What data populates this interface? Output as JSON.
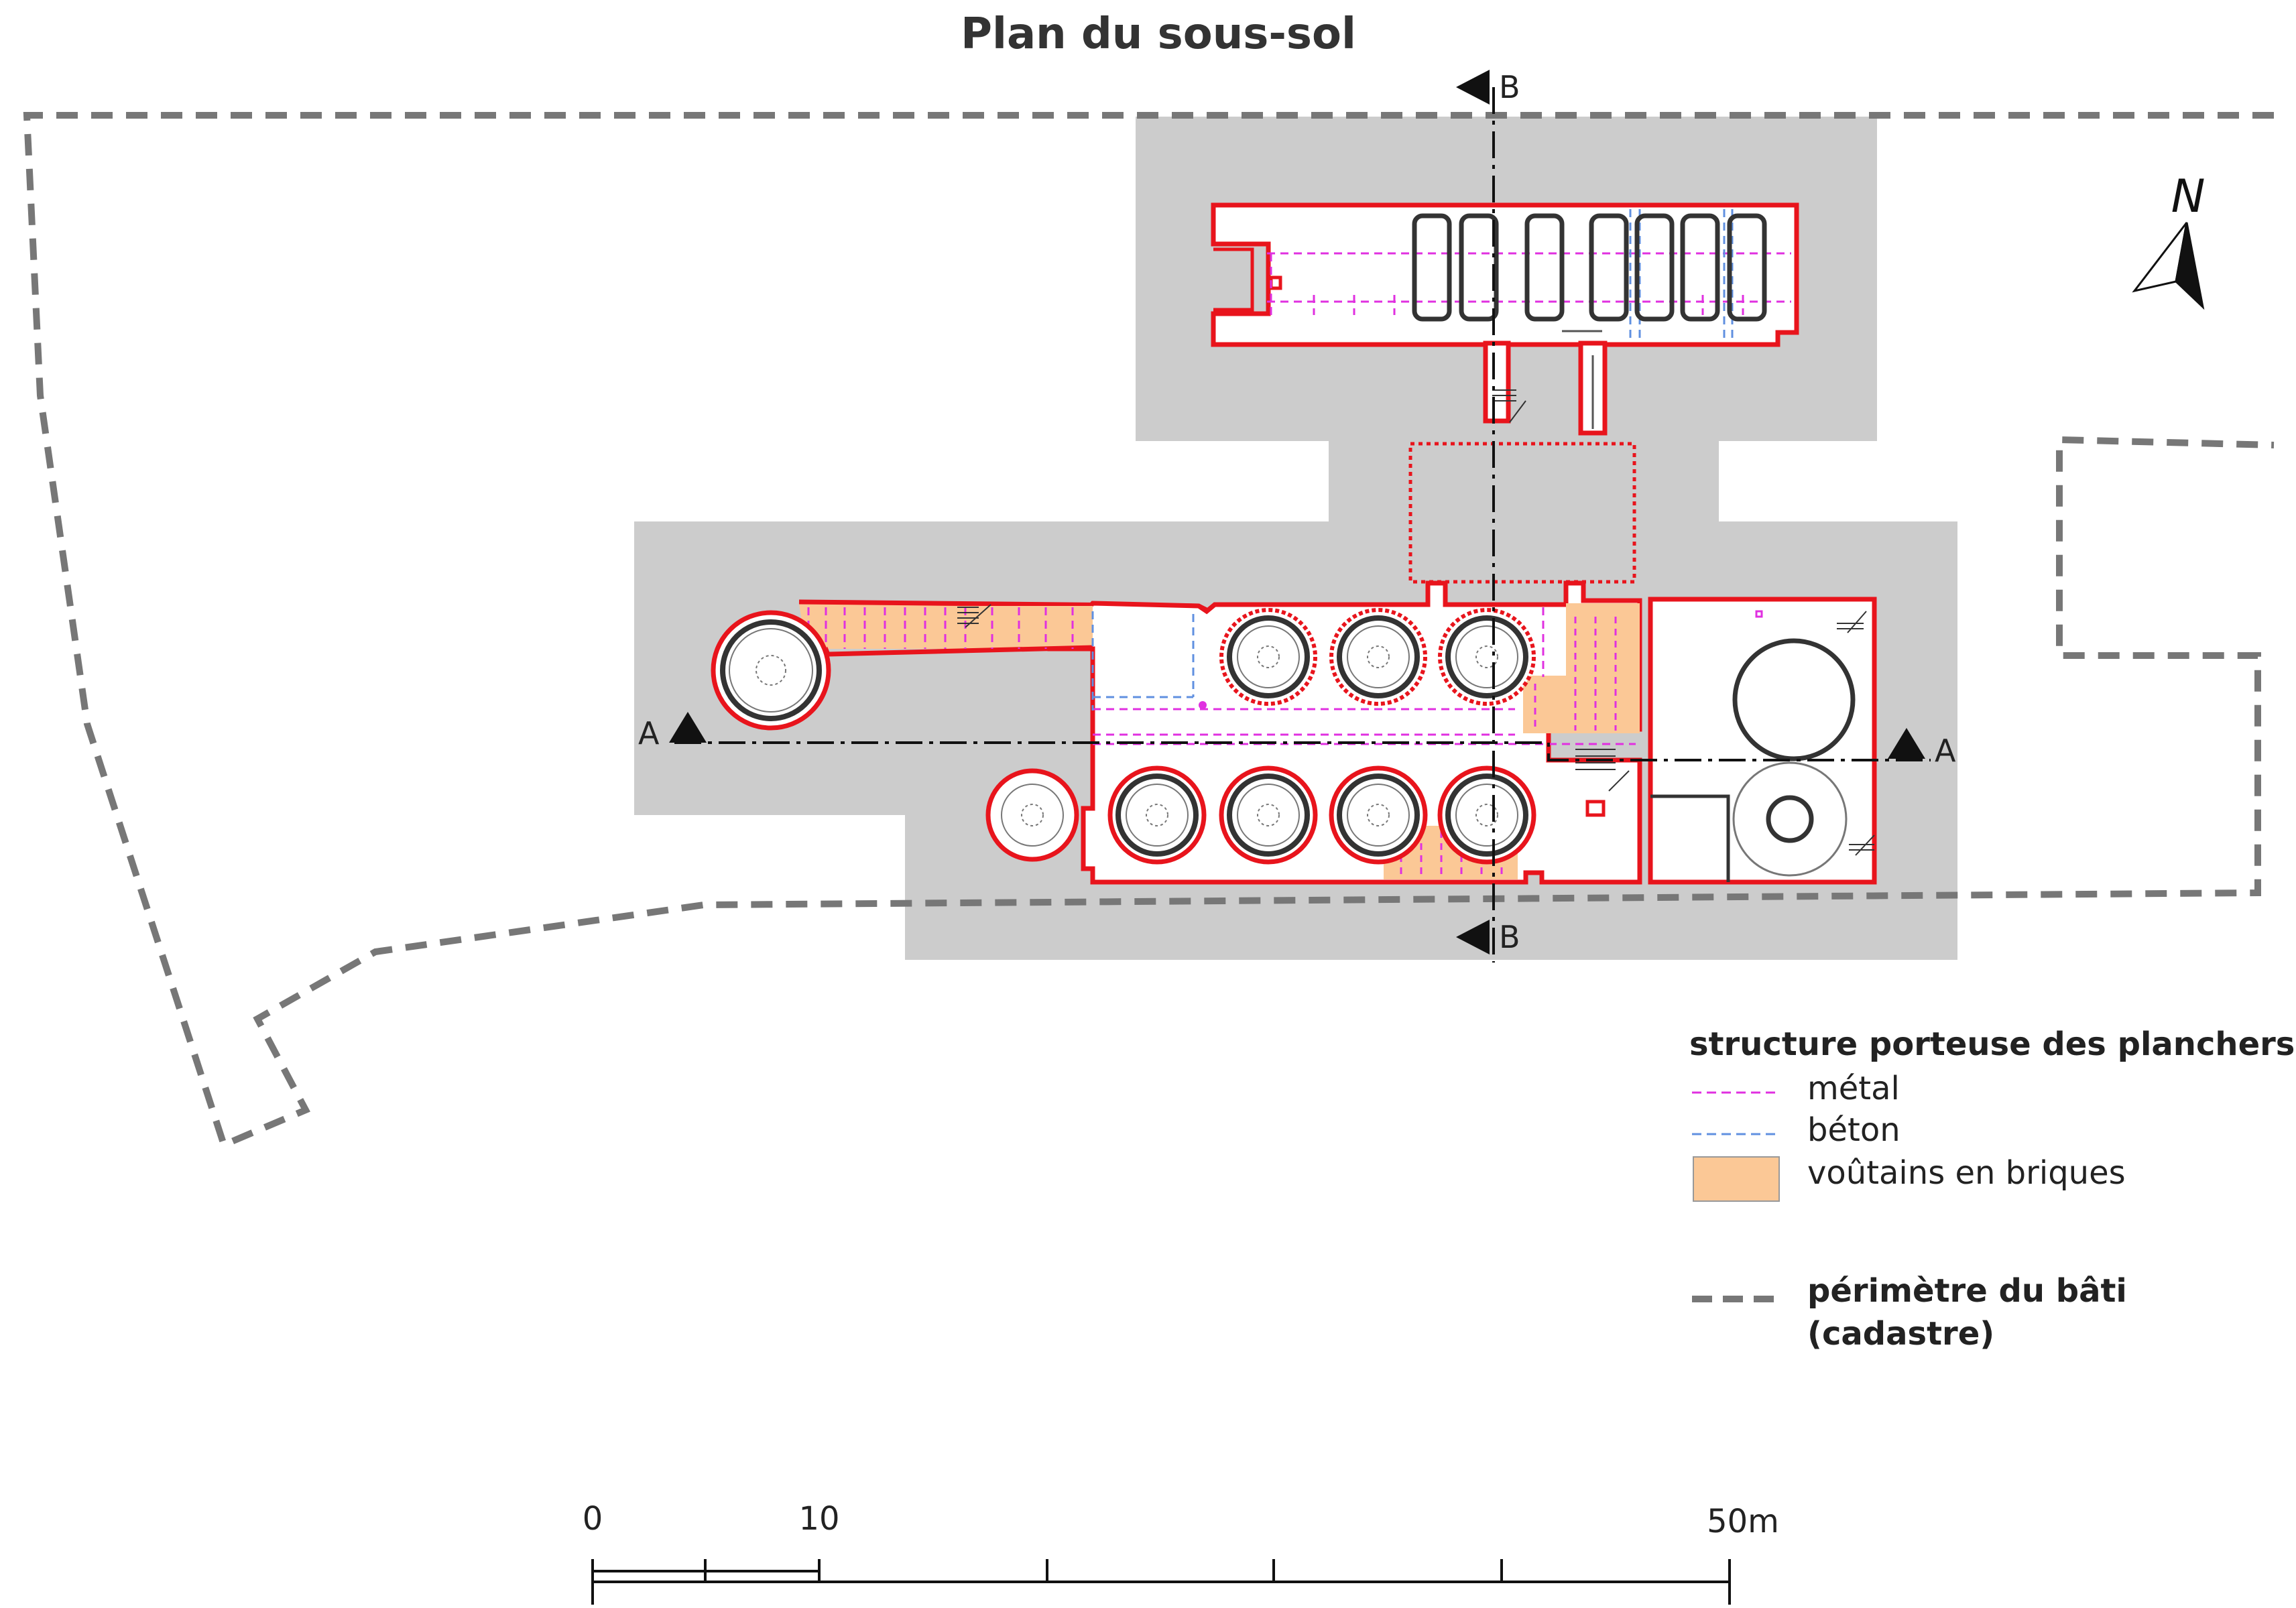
{
  "title": "Plan du sous-sol",
  "section_labels": {
    "a_left": "A",
    "a_right": "A",
    "b_top": "B",
    "b_bottom": "B"
  },
  "north_label": "N",
  "legend": {
    "heading": "structure porteuse des planchers",
    "items": [
      {
        "label": "métal",
        "color": "#e030e0",
        "style": "dashed-line"
      },
      {
        "label": "béton",
        "color": "#6090e0",
        "style": "dashed-line"
      },
      {
        "label": "voûtains en briques",
        "color": "#fbc896",
        "style": "fill"
      }
    ],
    "perimeter_line1": "périmètre du bâti",
    "perimeter_line2": "(cadastre)"
  },
  "scale": {
    "ticks": [
      "0",
      "10",
      "50m"
    ]
  },
  "colors": {
    "walls": "#e8141c",
    "footprint": "#cccccc",
    "cadastre": "#777777",
    "metal": "#e030e0",
    "beton": "#6090e0",
    "brick": "#fbc896",
    "cuve": "#333333"
  }
}
